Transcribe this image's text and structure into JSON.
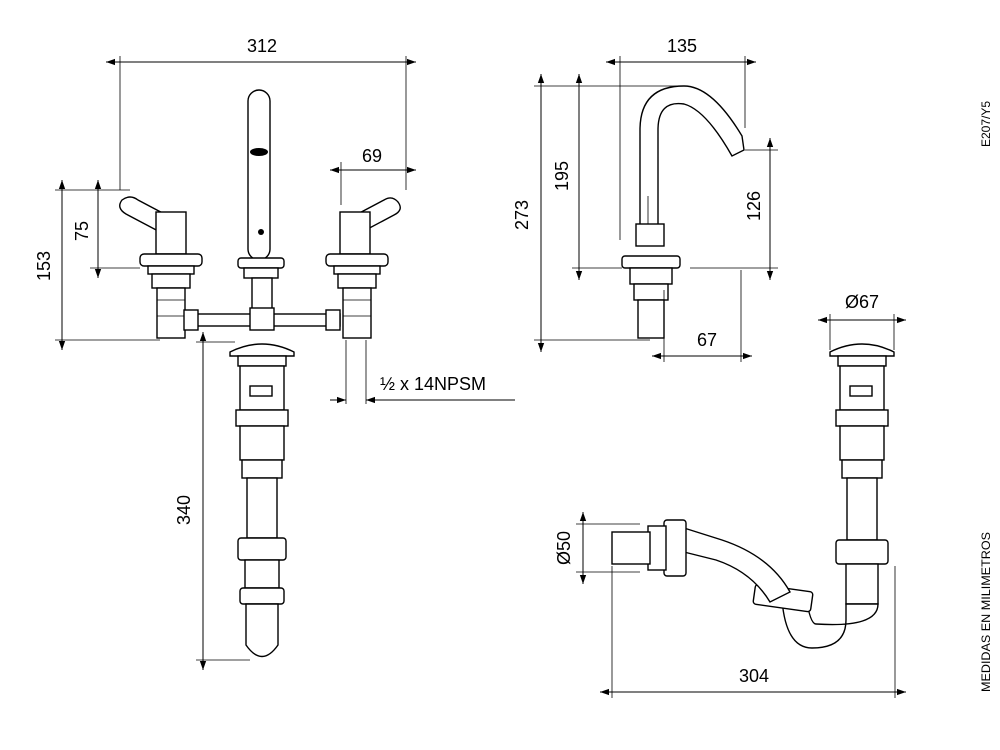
{
  "dimensions": {
    "width_312": "312",
    "handle_offset_69": "69",
    "handle_height_75": "75",
    "height_153": "153",
    "drain_340": "340",
    "thread": "½ x 14NPSM",
    "spout_reach_135": "135",
    "height_273": "273",
    "spout_195": "195",
    "outlet_126": "126",
    "base_67": "67",
    "drain_diameter": "Ø67",
    "trap_diameter": "Ø50",
    "trap_length_304": "304"
  },
  "side_labels": {
    "code": "E207/Y5",
    "units": "MEDIDAS EN MILIMETROS"
  },
  "colors": {
    "ink": "#000000",
    "paper": "#ffffff"
  }
}
